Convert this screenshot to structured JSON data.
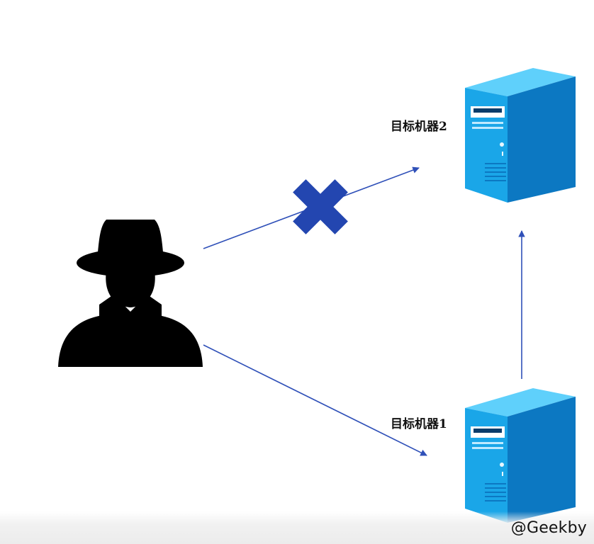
{
  "diagram": {
    "nodes": [
      {
        "id": "attacker",
        "icon": "hacker-icon"
      },
      {
        "id": "target2",
        "label": "目标机器2",
        "icon": "server-icon"
      },
      {
        "id": "target1",
        "label": "目标机器1",
        "icon": "server-icon"
      }
    ],
    "edges": [
      {
        "from": "attacker",
        "to": "target2",
        "blocked": true
      },
      {
        "from": "attacker",
        "to": "target1",
        "blocked": false
      },
      {
        "from": "target1",
        "to": "target2",
        "blocked": false
      }
    ]
  },
  "watermark": "@Geekby",
  "colors": {
    "arrow": "#2f50b8",
    "cross": "#2346b0",
    "server_front": "#1aa6e8",
    "server_side": "#0c78c2",
    "server_top": "#5fd0fb",
    "attacker": "#000000"
  }
}
